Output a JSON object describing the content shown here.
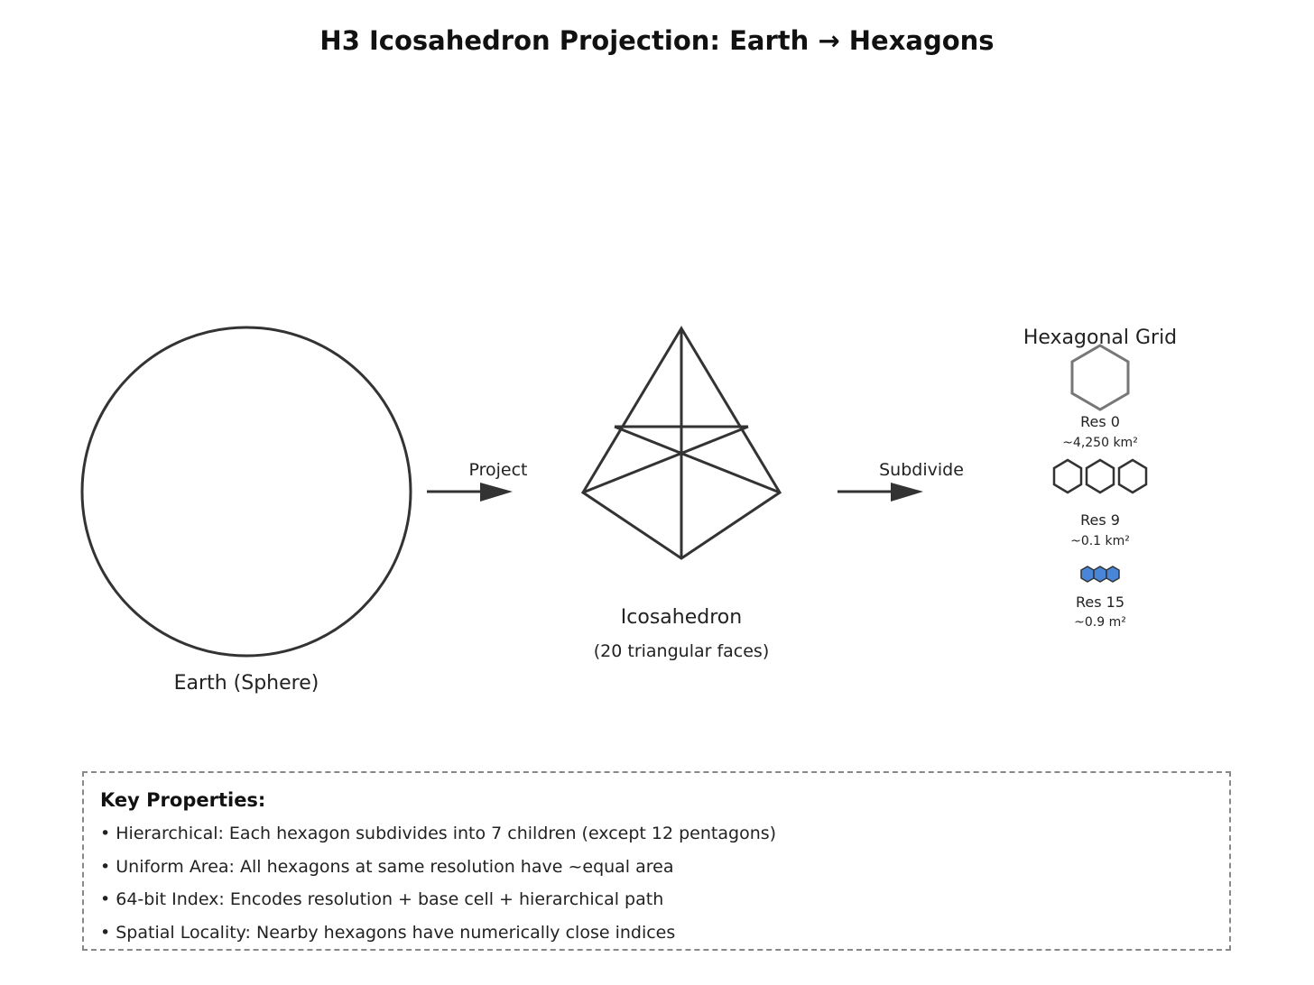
{
  "title": "H3 Icosahedron Projection: Earth → Hexagons",
  "earth": {
    "label": "Earth (Sphere)"
  },
  "arrows": {
    "project_label": "Project",
    "subdivide_label": "Subdivide"
  },
  "icosahedron": {
    "label": "Icosahedron",
    "sublabel": "(20 triangular faces)"
  },
  "hex_grid": {
    "title": "Hexagonal Grid",
    "resolutions": [
      {
        "name": "Res 0",
        "area": "~4,250 km²",
        "hex_count": 1
      },
      {
        "name": "Res 9",
        "area": "~0.1 km²",
        "hex_count": 3
      },
      {
        "name": "Res 15",
        "area": "~0.9 m²",
        "hex_count": 3
      }
    ],
    "colors": {
      "res0_stroke": "#777777",
      "res9_stroke": "#333333",
      "res15_fill": "#4a86d8",
      "res15_stroke": "#333333"
    }
  },
  "key_properties": {
    "title": "Key Properties:",
    "items": [
      "• Hierarchical: Each hexagon subdivides into 7 children (except 12 pentagons)",
      "• Uniform Area: All hexagons at same resolution have ~equal area",
      "• 64-bit Index: Encodes resolution + base cell + hierarchical path",
      "• Spatial Locality: Nearby hexagons have numerically close indices"
    ]
  }
}
